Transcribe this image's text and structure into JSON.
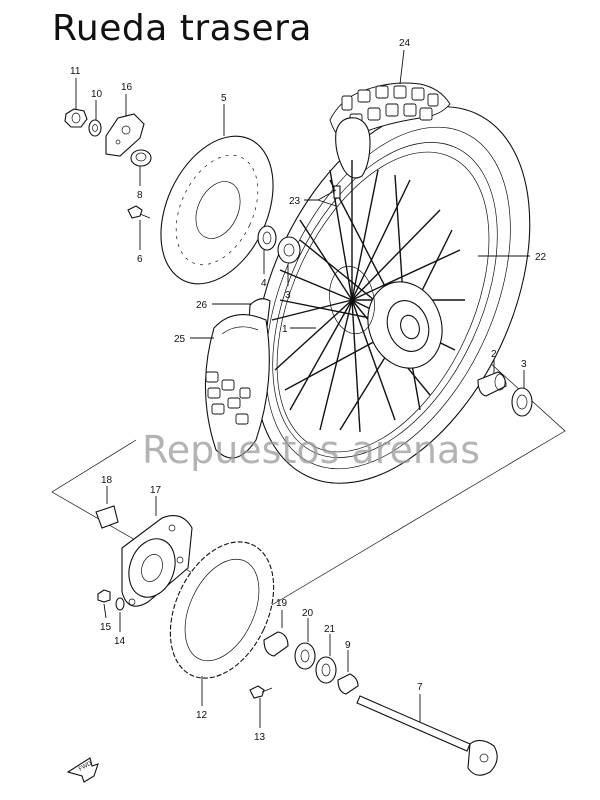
{
  "title": "Rueda trasera",
  "watermark": "Repuestos arenas",
  "fwd_label": "FWD",
  "callouts": [
    {
      "id": "p24",
      "label": "24"
    },
    {
      "id": "p11",
      "label": "11"
    },
    {
      "id": "p10",
      "label": "10"
    },
    {
      "id": "p16",
      "label": "16"
    },
    {
      "id": "p5",
      "label": "5"
    },
    {
      "id": "p8",
      "label": "8"
    },
    {
      "id": "p23",
      "label": "23"
    },
    {
      "id": "p6",
      "label": "6"
    },
    {
      "id": "p4",
      "label": "4"
    },
    {
      "id": "p3a",
      "label": "3"
    },
    {
      "id": "p22",
      "label": "22"
    },
    {
      "id": "p26",
      "label": "26"
    },
    {
      "id": "p1",
      "label": "1"
    },
    {
      "id": "p25",
      "label": "25"
    },
    {
      "id": "p2",
      "label": "2"
    },
    {
      "id": "p3b",
      "label": "3"
    },
    {
      "id": "p18",
      "label": "18"
    },
    {
      "id": "p17",
      "label": "17"
    },
    {
      "id": "p15",
      "label": "15"
    },
    {
      "id": "p14",
      "label": "14"
    },
    {
      "id": "p19",
      "label": "19"
    },
    {
      "id": "p20",
      "label": "20"
    },
    {
      "id": "p21",
      "label": "21"
    },
    {
      "id": "p9",
      "label": "9"
    },
    {
      "id": "p7",
      "label": "7"
    },
    {
      "id": "p12",
      "label": "12"
    },
    {
      "id": "p13",
      "label": "13"
    }
  ]
}
